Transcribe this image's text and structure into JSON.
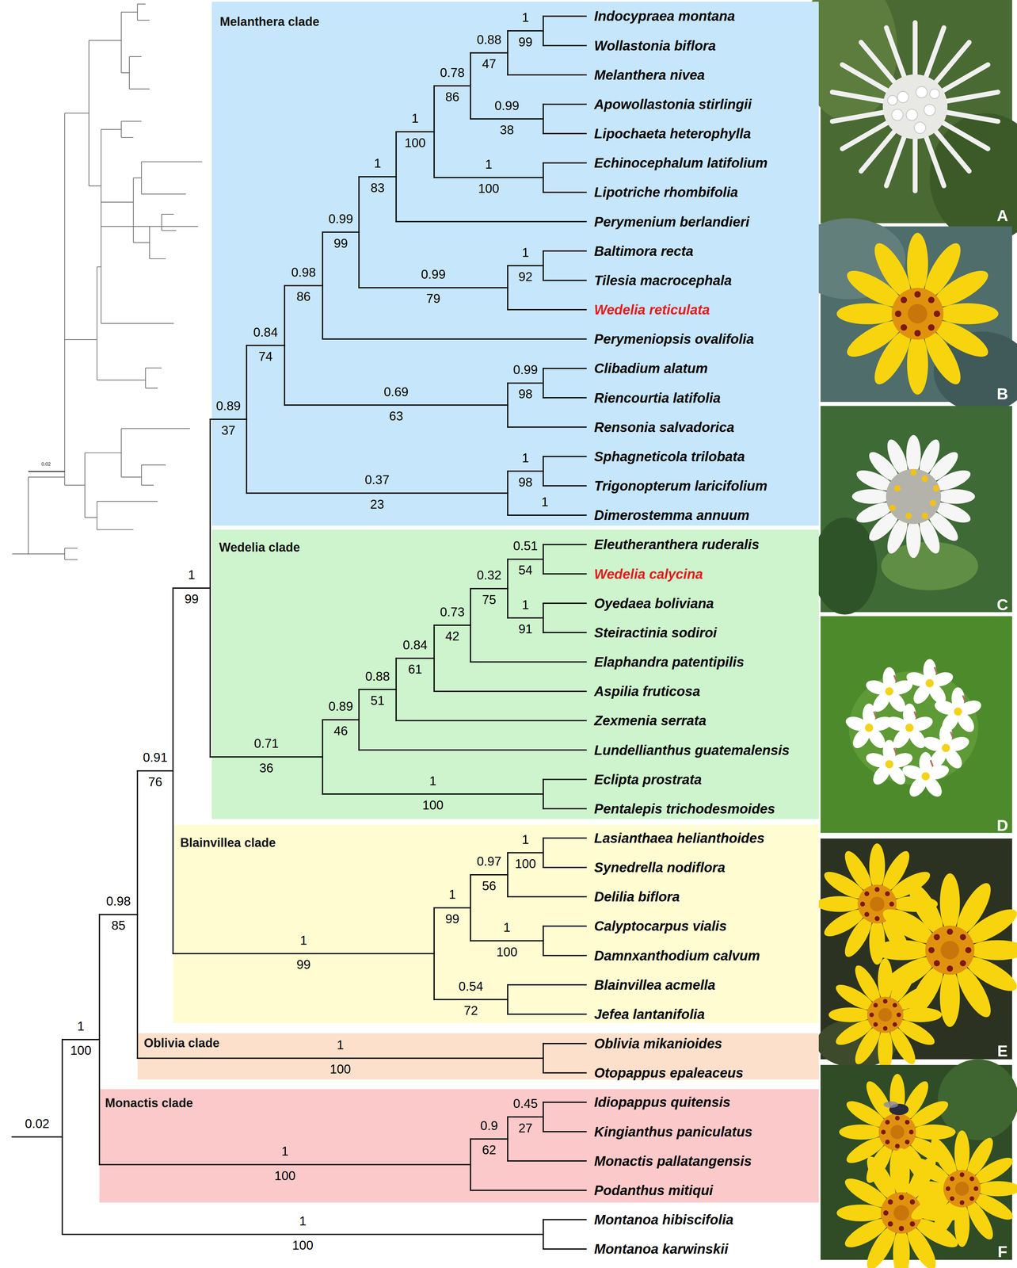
{
  "diagram": {
    "nodes": [
      {
        "text": [
          "Melanthera clade"
        ]
      },
      {
        "text": [
          "Wedelia clade"
        ]
      },
      {
        "text": [
          "Blainvillea clade"
        ]
      },
      {
        "text": [
          "Oblivia clade"
        ]
      },
      {
        "text": [
          "Monactis clade"
        ]
      }
    ],
    "labels": [
      "Indocypraea montana",
      "Wollastonia biflora",
      "Melanthera nivea",
      "Apowollastonia stirlingii",
      "Lipochaeta heterophylla",
      "Echinocephalum latifolium",
      "Lipotriche rhombifolia",
      "Perymenium berlandieri",
      "Baltimora recta",
      "Tilesia macrocephala",
      "Wedelia reticulata",
      "Perymeniopsis ovalifolia",
      "Clibadium alatum",
      "Riencourtia latifolia",
      "Rensonia salvadorica",
      "Sphagneticola trilobata",
      "Trigonopterum laricifolium",
      "Dimerostemma annuum",
      "Eleutheranthera ruderalis",
      "Wedelia calycina",
      "Oyedaea boliviana",
      "Steiractinia sodiroi",
      "Elaphandra patentipilis",
      "Aspilia fruticosa",
      "Zexmenia serrata",
      "Lundellianthus guatemalensis",
      "Eclipta prostrata",
      "Pentalepis trichodesmoides",
      "Lasianthaea helianthoides",
      "Synedrella nodiflora",
      "Delilia biflora",
      "Calyptocarpus vialis",
      "Damnxanthodium calvum",
      "Blainvillea acmella",
      "Jefea lantanifolia",
      "Oblivia mikanioides",
      "Otopappus epaleaceus",
      "Idiopappus quitensis",
      "Kingianthus paniculatus",
      "Monactis pallatangensis",
      "Podanthus mitiqui",
      "Montanoa hibiscifolia",
      "Montanoa karwinskii",
      "1",
      "99",
      "0.88",
      "47",
      "0.78",
      "86",
      "0.99",
      "38",
      "1",
      "100",
      "1",
      "100",
      "1",
      "83",
      "0.99",
      "99",
      "1",
      "92",
      "0.98",
      "86",
      "0.99",
      "79",
      "0.84",
      "74",
      "0.99",
      "98",
      "0.69",
      "63",
      "0.89",
      "37",
      "1",
      "98",
      "0.37",
      "23",
      "1",
      "1",
      "99",
      "0.51",
      "54",
      "0.32",
      "75",
      "1",
      "91",
      "0.73",
      "42",
      "0.84",
      "61",
      "0.88",
      "51",
      "0.89",
      "46",
      "0.71",
      "36",
      "0.91",
      "76",
      "1",
      "100",
      "1",
      "100",
      "0.97",
      "56",
      "1",
      "99",
      "0.98",
      "85",
      "1",
      "100",
      "1",
      "99",
      "0.54",
      "72",
      "1",
      "100",
      "1",
      "100",
      "0.45",
      "27",
      "0.9",
      "62",
      "1",
      "100",
      "1",
      "100",
      "0.02",
      "0.02",
      "A",
      "B",
      "C",
      "D",
      "E",
      "F"
    ]
  }
}
